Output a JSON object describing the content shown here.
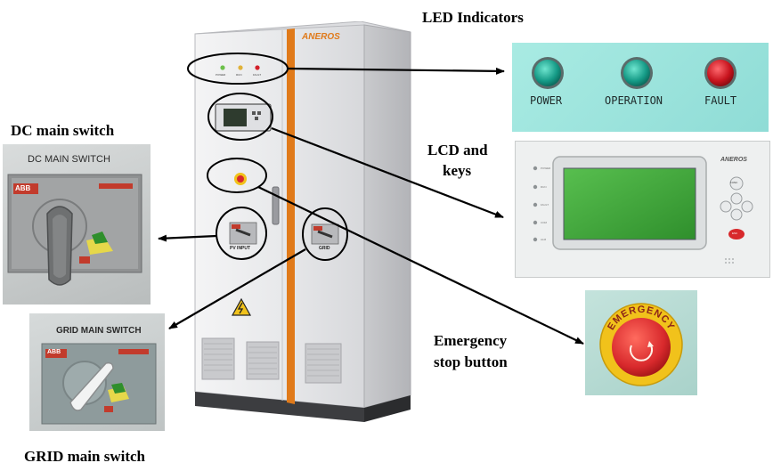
{
  "captions": {
    "led_indicators": "LED Indicators",
    "dc_main_switch": "DC main switch",
    "lcd_and_keys_line1": "LCD and",
    "lcd_and_keys_line2": "keys",
    "emergency_line1": "Emergency",
    "emergency_line2": "stop button",
    "grid_main_switch": "GRID main switch"
  },
  "cabinet": {
    "brand": "ANEROS",
    "led_labels": [
      "POWER",
      "RUN",
      "FAULT"
    ],
    "pv_input_label": "PV INPUT",
    "grid_label": "GRID"
  },
  "led_panel": {
    "labels": [
      "POWER",
      "OPERATION",
      "FAULT"
    ]
  },
  "lcd_panel": {
    "brand": "ANEROS",
    "func_key": "FUNC",
    "esc_key": "ESC",
    "side_labels": [
      "POWER",
      "RUN",
      "FAULT",
      "COM",
      "ALM"
    ]
  },
  "dc_switch_photo": {
    "header": "DC MAIN SWITCH",
    "brand": "ABB"
  },
  "grid_switch_photo": {
    "header": "GRID MAIN SWITCH",
    "brand": "ABB"
  },
  "estop_photo": {
    "ring_text": "EMERGENCY"
  },
  "colors": {
    "cabinet_body": "#e9eaec",
    "orange_stripe": "#e07a1a",
    "led_teal": "#1fae9a",
    "led_red": "#d3202a",
    "lcd_green": "#3ea83a",
    "estop_red": "#d8292c",
    "estop_yellow": "#f1c21b"
  }
}
